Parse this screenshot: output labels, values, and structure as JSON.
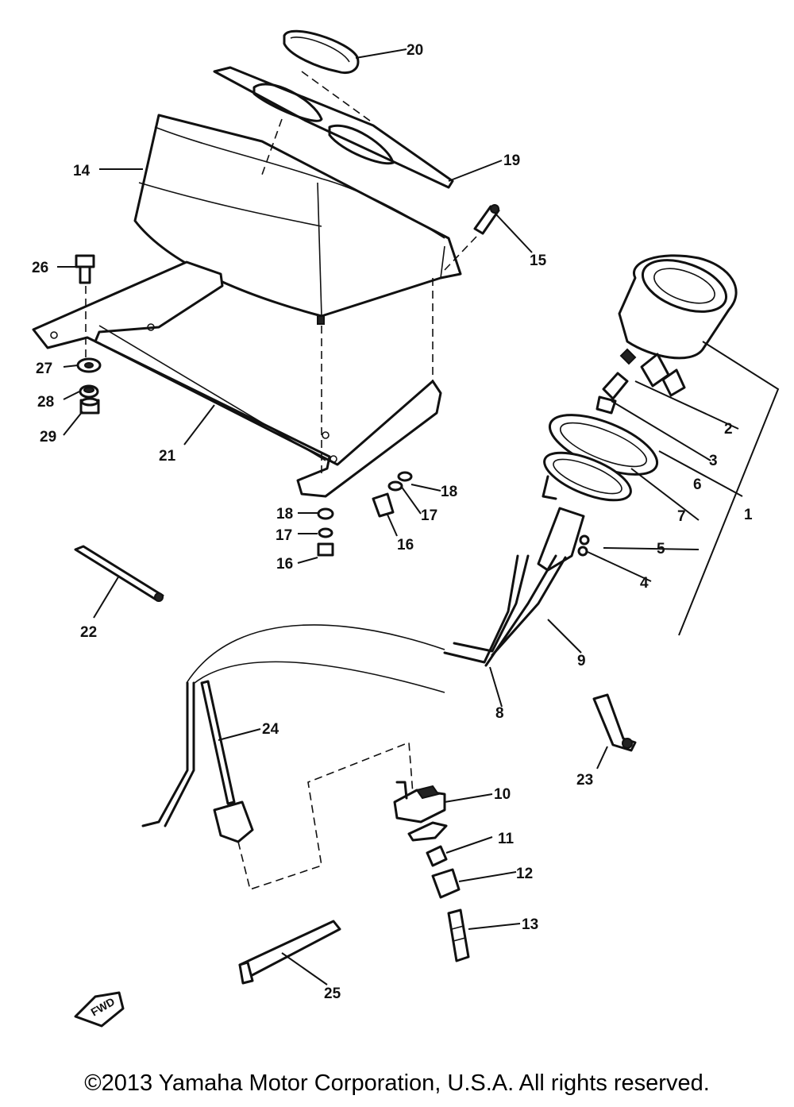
{
  "callouts": [
    "1",
    "2",
    "3",
    "4",
    "5",
    "6",
    "7",
    "8",
    "9",
    "10",
    "11",
    "12",
    "13",
    "14",
    "15",
    "16",
    "17",
    "18",
    "19",
    "20",
    "21",
    "22",
    "23",
    "24",
    "25",
    "26",
    "27",
    "28",
    "29",
    "16",
    "17",
    "18"
  ],
  "fwd_mark": "FWD",
  "copyright": "©2013 Yamaha Motor Corporation, U.S.A. All rights reserved."
}
